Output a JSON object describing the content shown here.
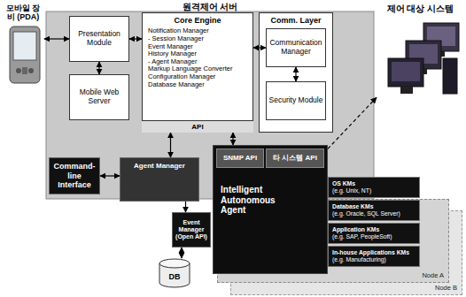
{
  "diagram": {
    "nodes": [
      {
        "text": [
          "모바일 장비 (PDA)"
        ]
      },
      {
        "text": [
          "원격제어 서버"
        ]
      },
      {
        "text": [
          "Presentation Module"
        ],
        "in": 1
      },
      {
        "text": [
          "Mobile Web Server"
        ],
        "in": 1
      },
      {
        "text": [
          "Core Engine",
          "Notification Manager",
          "- Session Manager",
          "Event Manager",
          "History Manager",
          "- Agent Manager",
          "Markup Language Converter",
          "Configuration Manager",
          "Database Manager"
        ],
        "in": 1
      },
      {
        "text": [
          "API"
        ],
        "in": 4
      },
      {
        "text": [
          "Comm. Layer"
        ],
        "in": 1
      },
      {
        "text": [
          "Communication Manager"
        ],
        "in": 6
      },
      {
        "text": [
          "Security Module"
        ],
        "in": 6
      },
      {
        "text": [
          "제어 대상 시스템"
        ]
      },
      {
        "text": [
          "Command-line Interface"
        ]
      },
      {
        "text": [
          "Agent Manager"
        ]
      },
      {
        "text": [
          "Event Manager (Open API)"
        ]
      },
      {
        "text": [
          "DB"
        ]
      },
      {
        "text": [
          "Node B"
        ]
      },
      {
        "text": [
          "Node A"
        ]
      },
      {
        "text": [
          "Intelligent Autonomous Agent"
        ],
        "in": 15
      },
      {
        "text": [
          "SNMP API"
        ],
        "in": 16
      },
      {
        "text": [
          "타 시스템 API"
        ],
        "in": 16
      },
      {
        "text": [
          "OS KMs",
          "(e.g. Unix, NT)"
        ],
        "in": 15
      },
      {
        "text": [
          "Database KMs",
          "(e.g. Oracle, SQL Server)"
        ],
        "in": 15
      },
      {
        "text": [
          "Application KMs",
          "(e.g. SAP, PeopleSoft)"
        ],
        "in": 15
      },
      {
        "text": [
          "In-house Applications KMs",
          "(e.g. Manufacturing)"
        ],
        "in": 15
      }
    ],
    "edges": [
      {
        "from": 0,
        "to": 2,
        "arrow": "both"
      },
      {
        "from": 2,
        "to": 3,
        "arrow": "both"
      },
      {
        "from": 2,
        "to": 4,
        "arrow": "both"
      },
      {
        "from": 4,
        "to": 7,
        "arrow": "both"
      },
      {
        "from": 7,
        "to": 8,
        "arrow": "both"
      },
      {
        "from": 5,
        "to": 11,
        "arrow": "both"
      },
      {
        "from": 5,
        "to": 16,
        "arrow": "both"
      },
      {
        "from": 10,
        "to": 11,
        "arrow": "both"
      },
      {
        "from": 11,
        "to": 12,
        "arrow": "to"
      },
      {
        "from": 12,
        "to": 13,
        "arrow": "both"
      },
      {
        "from": 16,
        "to": 9,
        "arrow": "to"
      }
    ]
  }
}
